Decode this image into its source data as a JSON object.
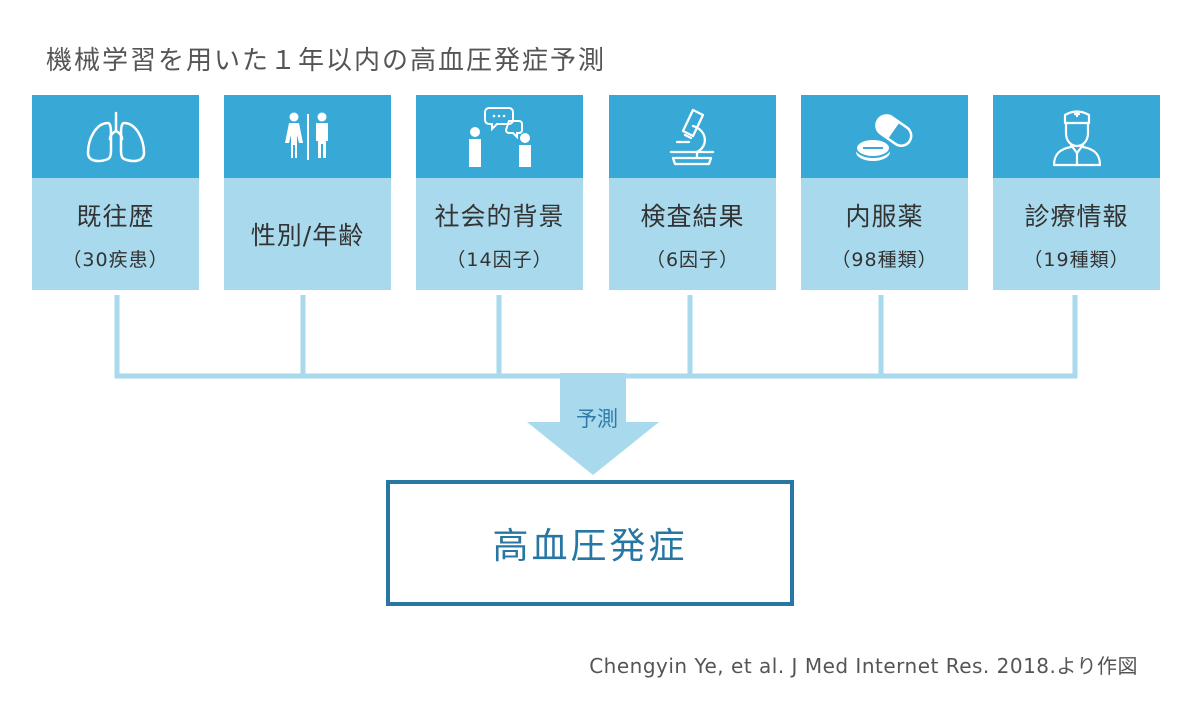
{
  "title": "機械学習を用いた１年以内の高血圧発症予測",
  "categories": [
    {
      "label": "既往歴",
      "sub": "（30疾患）",
      "icon": "lungs-icon"
    },
    {
      "label": "性別/年齢",
      "sub": "",
      "icon": "restroom-icon"
    },
    {
      "label": "社会的背景",
      "sub": "（14因子）",
      "icon": "people-talking-icon"
    },
    {
      "label": "検査結果",
      "sub": "（6因子）",
      "icon": "microscope-icon"
    },
    {
      "label": "内服薬",
      "sub": "（98種類）",
      "icon": "pills-icon"
    },
    {
      "label": "診療情報",
      "sub": "（19種類）",
      "icon": "nurse-icon"
    }
  ],
  "arrow_label": "予測",
  "result": "高血圧発症",
  "citation": "Chengyin Ye, et al. J Med Internet Res. 2018.より作図",
  "colors": {
    "card_top": "#38a9d6",
    "card_bottom": "#a9d9ec",
    "connector": "#a9d9ec",
    "result_border": "#2877a3",
    "text": "#333333"
  }
}
